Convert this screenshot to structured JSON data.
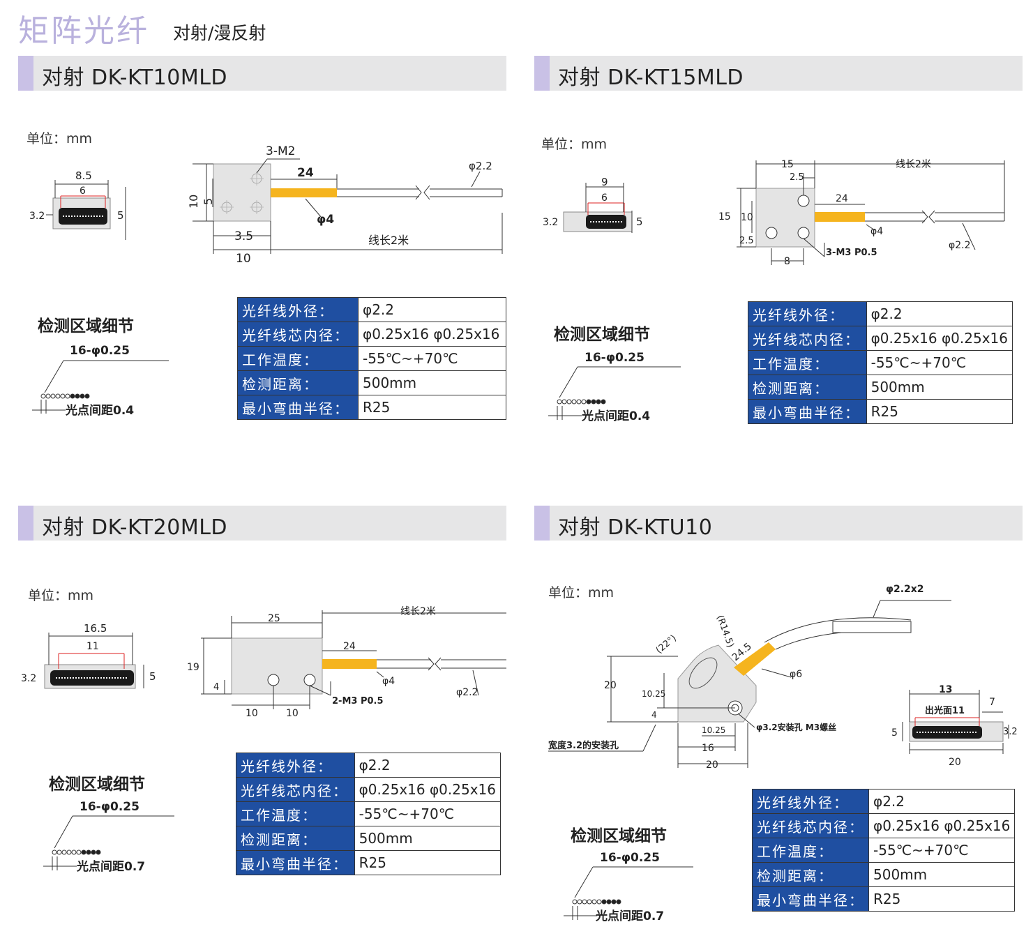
{
  "page": {
    "brand": "矩阵光纤",
    "subtitle": "对射/漫反射"
  },
  "spec_labels": [
    "光纤线外径：",
    "光纤线芯内径：",
    "工作温度：",
    "检测距离：",
    "最小弯曲半径："
  ],
  "colors": {
    "table_header": "#1f4fa1",
    "section_bar": "#c9c1e6",
    "header_bg": "#e6e6e7",
    "fiber": "#f5b41e",
    "sensor_body": "#e4e4e4"
  },
  "sections": [
    {
      "title": "对射 DK-KT10MLD",
      "unit": "单位：mm",
      "dims": {
        "w": "8.5",
        "inner": "6",
        "t": "3.2",
        "h": "5",
        "screw": "3-M2",
        "len": "24",
        "h10": "10",
        "h5": "5",
        "pitch": "3.5",
        "base": "10",
        "cable": "φ2.2",
        "sleeve": "φ4",
        "length": "线长2米"
      },
      "detail": {
        "title": "检测区域细节",
        "holes": "16-φ0.25",
        "spacing": "光点间距0.4"
      },
      "specs": [
        "φ2.2",
        "φ0.25x16  φ0.25x16",
        "-55℃~+70℃",
        "500mm",
        "R25"
      ]
    },
    {
      "title": "对射 DK-KT15MLD",
      "unit": "单位：mm",
      "dims": {
        "w": "9",
        "inner": "6",
        "t": "3.2",
        "h": "5",
        "top": "15",
        "offset": "2.5",
        "length": "线长2米",
        "len": "24",
        "h15": "15",
        "h10": "10",
        "h25": "2.5",
        "sleeve": "φ4",
        "screw": "3-M3 P0.5",
        "pitch": "8",
        "cable": "φ2.2"
      },
      "detail": {
        "title": "检测区域细节",
        "holes": "16-φ0.25",
        "spacing": "光点间距0.4"
      },
      "specs": [
        "φ2.2",
        "φ0.25x16  φ0.25x16",
        "-55℃~+70℃",
        "500mm",
        "R25"
      ]
    },
    {
      "title": "对射 DK-KT20MLD",
      "unit": "单位：mm",
      "dims": {
        "w": "16.5",
        "inner": "11",
        "t": "3.2",
        "h": "5",
        "top": "25",
        "length": "线长2米",
        "len": "24",
        "h19": "19",
        "h4": "4",
        "sleeve": "φ4",
        "screw": "2-M3 P0.5",
        "cable": "φ2.2",
        "p1": "10",
        "p2": "10"
      },
      "detail": {
        "title": "检测区域细节",
        "holes": "16-φ0.25",
        "spacing": "光点间距0.7"
      },
      "specs": [
        "φ2.2",
        "φ0.25x16  φ0.25x16",
        "-55℃~+70℃",
        "500mm",
        "R25"
      ]
    },
    {
      "title": "对射 DK-KTU10",
      "unit": "单位：mm",
      "dims": {
        "cable": "φ2.2x2",
        "angle": "(22°)",
        "radius": "(R14.5)",
        "len": "24.5",
        "sleeve": "φ6",
        "h20": "20",
        "h1025": "10.25",
        "h4": "4",
        "hole": "φ3.2安装孔 M3螺丝",
        "b1025": "10.25",
        "b16": "16",
        "b20": "20",
        "mount": "宽度3.2的安装孔",
        "w13": "13",
        "face": "出光面11",
        "d7": "7",
        "h5": "5",
        "t": "3.2",
        "w20": "20"
      },
      "detail": {
        "title": "检测区域细节",
        "holes": "16-φ0.25",
        "spacing": "光点间距0.7"
      },
      "specs": [
        "φ2.2",
        "φ0.25x16  φ0.25x16",
        "-55℃~+70℃",
        "500mm",
        "R25"
      ]
    }
  ]
}
